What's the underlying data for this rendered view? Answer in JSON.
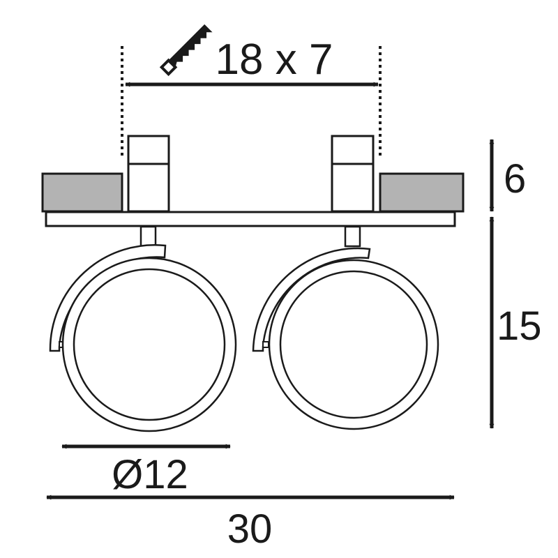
{
  "diagram": {
    "type": "technical-dimension-drawing",
    "subject": "double recessed downlight with two tiltable round spots",
    "units_implied": "cm",
    "colors": {
      "line": "#1a1a1a",
      "ceiling_fill": "#b3b3b3",
      "background": "#ffffff"
    },
    "icons": {
      "cutout": "saw-icon"
    },
    "dimensions": {
      "cutout": {
        "label": "18 x 7",
        "meaning": "ceiling cut-out width x depth"
      },
      "recess_height": {
        "label": "6",
        "meaning": "recessed height above ceiling"
      },
      "drop_height": {
        "label": "15",
        "meaning": "height below ceiling"
      },
      "spot_diameter": {
        "label": "Ø12",
        "meaning": "spot head diameter"
      },
      "total_width": {
        "label": "30",
        "meaning": "overall trim width"
      }
    },
    "components": [
      {
        "name": "ceiling-left",
        "shape": "rectangle",
        "fill": "#b3b3b3"
      },
      {
        "name": "ceiling-right",
        "shape": "rectangle",
        "fill": "#b3b3b3"
      },
      {
        "name": "spring-clip-left",
        "shape": "rectangle"
      },
      {
        "name": "spring-clip-right",
        "shape": "rectangle"
      },
      {
        "name": "trim-plate",
        "shape": "rectangle"
      },
      {
        "name": "spot-head-left",
        "shape": "circle"
      },
      {
        "name": "spot-head-right",
        "shape": "circle"
      }
    ]
  }
}
